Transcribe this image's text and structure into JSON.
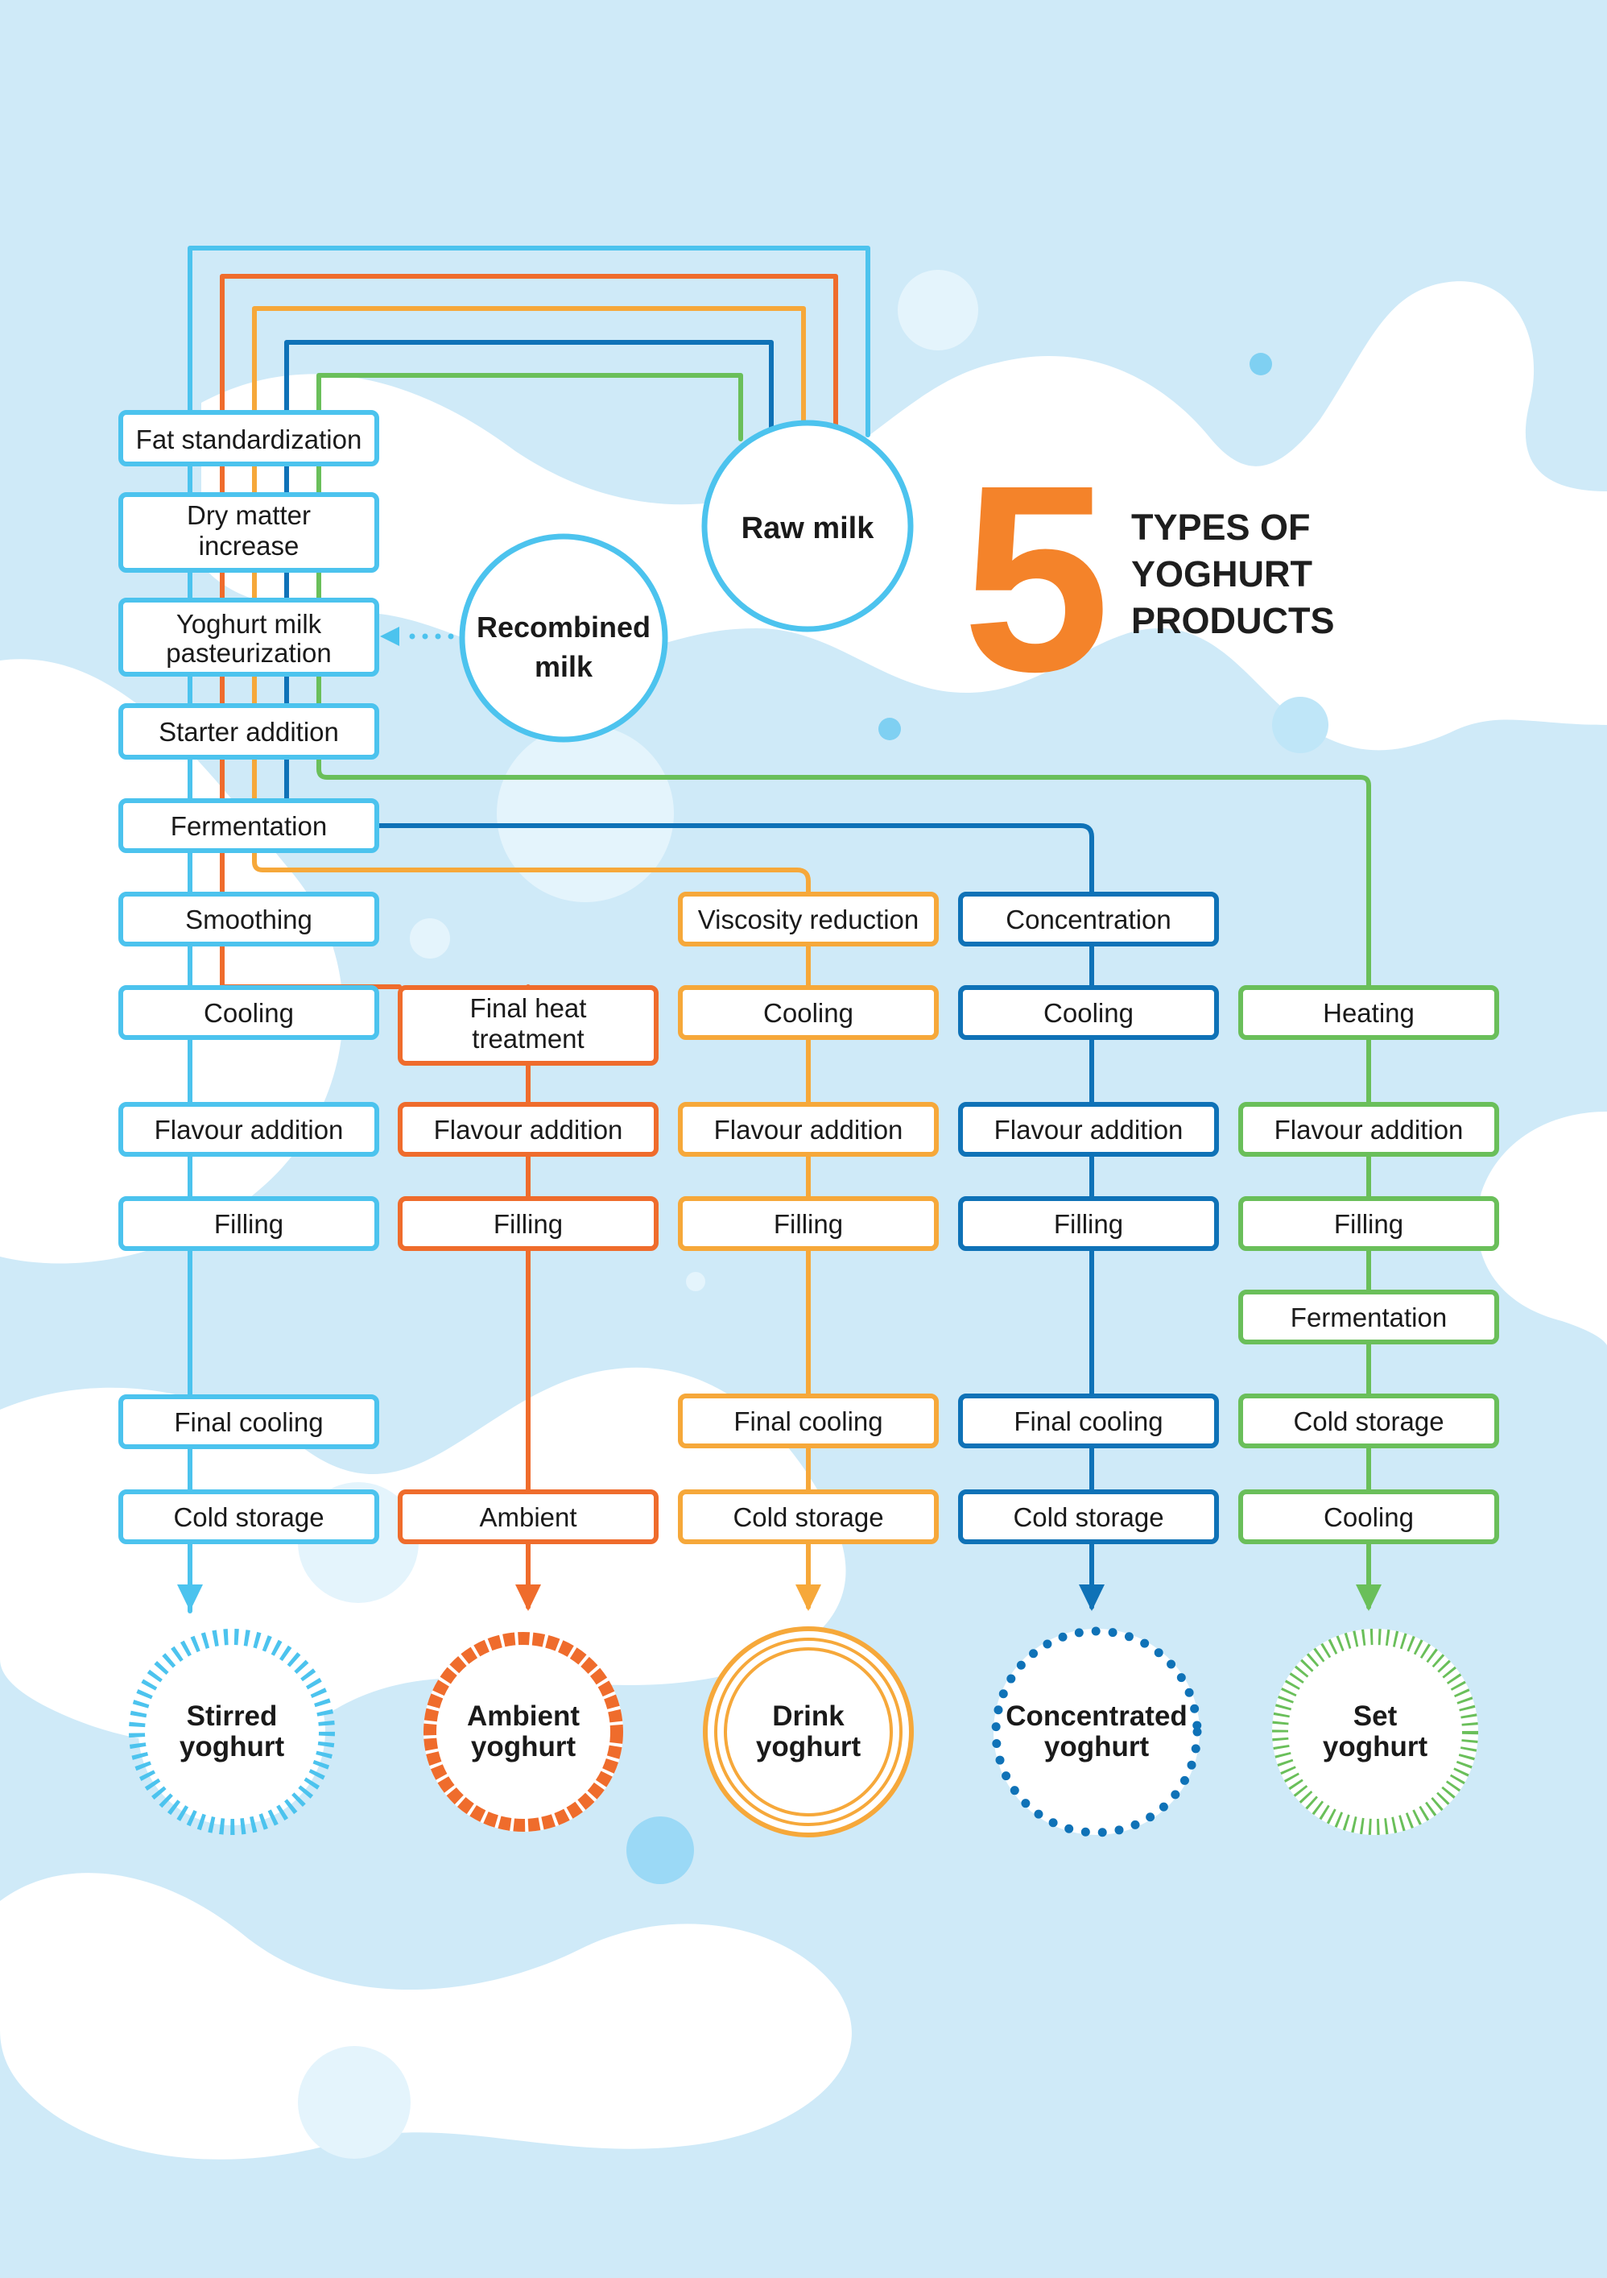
{
  "title": {
    "number": "5",
    "line1": "TYPES OF",
    "line2": "YOGHURT",
    "line3": "PRODUCTS"
  },
  "colors": {
    "stirred": "#4cc3ee",
    "ambient": "#ef6c2c",
    "drink": "#f6a83a",
    "concentrated": "#0f72b7",
    "set": "#6abf5a",
    "title_number": "#f4832a",
    "background": "#cfeaf8"
  },
  "sources": {
    "raw_milk": "Raw milk",
    "recombined_line1": "Recombined",
    "recombined_line2": "milk"
  },
  "common_steps": [
    "Fat standardization",
    "Dry matter increase",
    "Yoghurt milk pasteurization",
    "Starter addition",
    "Fermentation"
  ],
  "columns": {
    "stirred": {
      "steps": [
        "Smoothing",
        "Cooling",
        "Flavour addition",
        "Filling",
        "Final cooling",
        "Cold storage"
      ],
      "product_line1": "Stirred",
      "product_line2": "yoghurt"
    },
    "ambient": {
      "steps": [
        "Final heat treatment",
        "Flavour addition",
        "Filling",
        "Ambient"
      ],
      "product_line1": "Ambient",
      "product_line2": "yoghurt"
    },
    "drink": {
      "steps": [
        "Viscosity reduction",
        "Cooling",
        "Flavour addition",
        "Filling",
        "Final cooling",
        "Cold storage"
      ],
      "product_line1": "Drink",
      "product_line2": "yoghurt"
    },
    "concentrated": {
      "steps": [
        "Concentration",
        "Cooling",
        "Flavour addition",
        "Filling",
        "Final cooling",
        "Cold storage"
      ],
      "product_line1": "Concentrated",
      "product_line2": "yoghurt"
    },
    "set": {
      "steps": [
        "Heating",
        "Flavour addition",
        "Filling",
        "Fermentation",
        "Cold storage",
        "Cooling"
      ],
      "product_line1": "Set",
      "product_line2": "yoghurt"
    }
  }
}
